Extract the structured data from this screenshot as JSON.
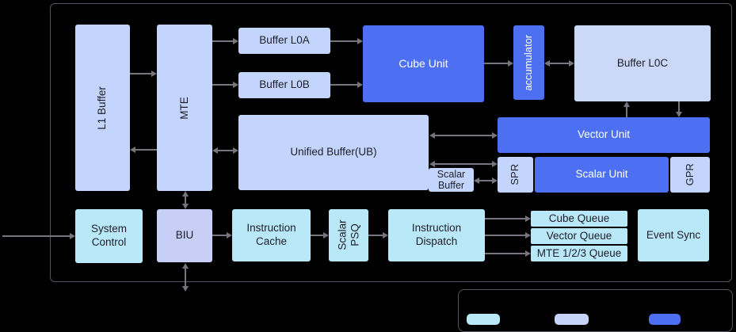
{
  "diagram": {
    "nodes": {
      "l1_buffer": "L1 Buffer",
      "mte": "MTE",
      "buffer_l0a": "Buffer L0A",
      "buffer_l0b": "Buffer L0B",
      "cube_unit": "Cube Unit",
      "accumulator": "accumulator",
      "buffer_l0c": "Buffer L0C",
      "unified_buffer": "Unified Buffer(UB)",
      "scalar_buffer": "Scalar Buffer",
      "vector_unit": "Vector Unit",
      "spr": "SPR",
      "scalar_unit": "Scalar Unit",
      "gpr": "GPR",
      "system_control": "System Control",
      "biu": "BIU",
      "instruction_cache": "Instruction Cache",
      "scalar_psq": "Scalar PSQ",
      "instruction_dispatch": "Instruction Dispatch",
      "cube_queue": "Cube Queue",
      "vector_queue": "Vector Queue",
      "mte_queue": "MTE 1/2/3 Queue",
      "event_sync": "Event Sync"
    },
    "colors": {
      "storage_light_blue": "#c3d5fc",
      "biu_lavender": "#c7cff7",
      "control_cyan": "#b9e8f9",
      "compute_blue": "#4d6ff1",
      "arrow_gray": "#75757d",
      "border_gray": "#55555f"
    },
    "legend": {
      "swatches": [
        "#b9e8f9",
        "#c8d3f9",
        "#4d6ff1"
      ]
    }
  }
}
